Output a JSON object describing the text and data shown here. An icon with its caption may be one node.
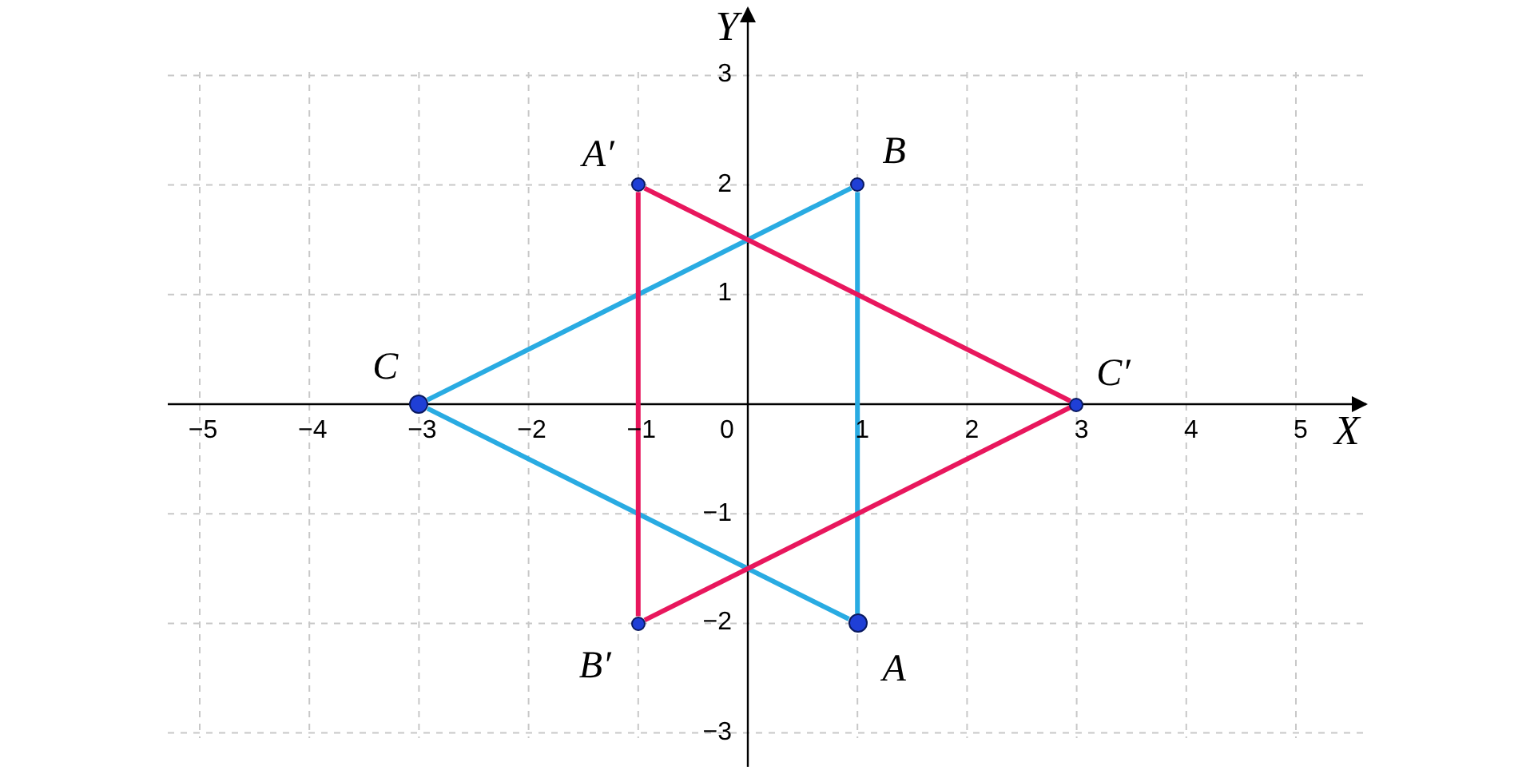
{
  "diagram": {
    "nodes": [
      {
        "text": [
          "A′"
        ]
      },
      {
        "text": [
          "B"
        ]
      },
      {
        "text": [
          "C"
        ]
      },
      {
        "text": [
          "C′"
        ]
      },
      {
        "text": [
          "B′"
        ]
      },
      {
        "text": [
          "A"
        ]
      }
    ],
    "edges": [
      {
        "from": 2,
        "to": 1,
        "arrow": "none",
        "color": "#29abe2"
      },
      {
        "from": 1,
        "to": 5,
        "arrow": "none",
        "color": "#29abe2"
      },
      {
        "from": 5,
        "to": 2,
        "arrow": "none",
        "color": "#29abe2"
      },
      {
        "from": 0,
        "to": 3,
        "arrow": "none",
        "color": "#e8175d"
      },
      {
        "from": 3,
        "to": 4,
        "arrow": "none",
        "color": "#e8175d"
      },
      {
        "from": 4,
        "to": 0,
        "arrow": "none",
        "color": "#e8175d"
      }
    ],
    "labels": [
      "Y",
      "3",
      "2",
      "1",
      "−5",
      "−4",
      "−3",
      "−2",
      "−1",
      "0",
      "1",
      "2",
      "3",
      "4",
      "5",
      "X",
      "−1",
      "−2",
      "−3"
    ]
  }
}
